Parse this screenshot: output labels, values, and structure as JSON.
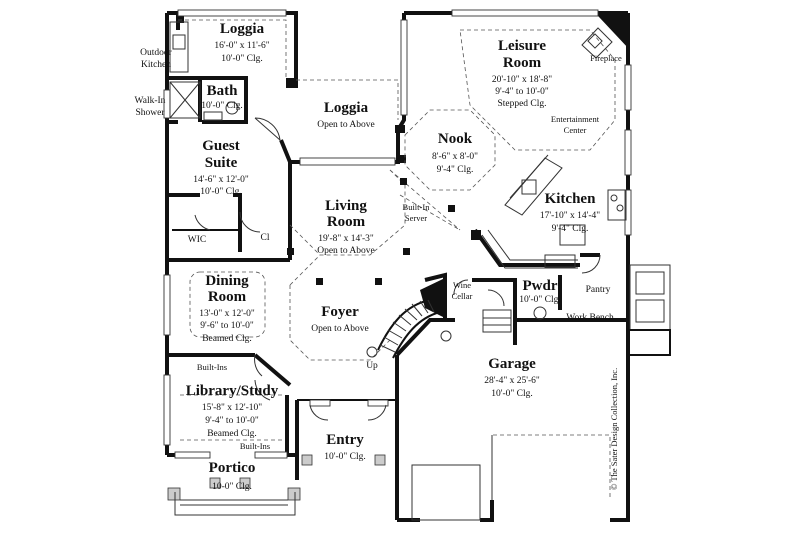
{
  "rooms": {
    "loggia_back": {
      "name": "Loggia",
      "dims": "16'-0\" x 11'-6\"",
      "clg": "10'-0\" Clg."
    },
    "outdoor_kitchen": {
      "line1": "Outdoor",
      "line2": "Kitchen"
    },
    "bath": {
      "name": "Bath",
      "clg": "10'-0\" Clg."
    },
    "walk_in_shower": {
      "line1": "Walk-In",
      "line2": "Shower"
    },
    "loggia_open": {
      "name": "Loggia",
      "note": "Open to Above"
    },
    "guest_suite": {
      "line1": "Guest",
      "line2": "Suite",
      "dims": "14'-6\" x 12'-0\"",
      "clg": "10'-0\" Clg."
    },
    "wic": {
      "name": "WIC"
    },
    "closet": {
      "name": "Cl"
    },
    "living_room": {
      "line1": "Living",
      "line2": "Room",
      "dims": "19'-8\" x 14'-3\"",
      "note": "Open to Above"
    },
    "built_in_server": {
      "line1": "Built-In",
      "line2": "Server"
    },
    "nook": {
      "name": "Nook",
      "dims": "8'-6\" x 8'-0\"",
      "clg": "9'-4\" Clg."
    },
    "leisure_room": {
      "line1": "Leisure",
      "line2": "Room",
      "dims": "20'-10\" x 18'-8\"",
      "clg1": "9'-4\" to 10'-0\"",
      "clg2": "Stepped Clg."
    },
    "fireplace": {
      "name": "Fireplace"
    },
    "entertainment_center": {
      "line1": "Entertainment",
      "line2": "Center"
    },
    "kitchen": {
      "name": "Kitchen",
      "dims": "17'-10\" x 14'-4\"",
      "clg": "9'-4\" Clg."
    },
    "dining_room": {
      "line1": "Dining",
      "line2": "Room",
      "dims": "13'-0\" x 12'-0\"",
      "clg1": "9'-6\" to 10'-0\"",
      "clg2": "Beamed Clg."
    },
    "foyer": {
      "name": "Foyer",
      "note": "Open to Above"
    },
    "wine_cellar": {
      "line1": "Wine",
      "line2": "Cellar"
    },
    "pwdr": {
      "name": "Pwdr",
      "clg": "10'-0\" Clg."
    },
    "pantry": {
      "name": "Pantry"
    },
    "work_bench": {
      "name": "Work Bench"
    },
    "up": {
      "name": "Up"
    },
    "library_study": {
      "name": "Library/Study",
      "dims": "15'-8\" x 12'-10\"",
      "clg1": "9'-4\" to 10'-0\"",
      "clg2": "Beamed Clg."
    },
    "built_ins_top": {
      "name": "Built-Ins"
    },
    "built_ins_bottom": {
      "name": "Built-Ins"
    },
    "garage": {
      "name": "Garage",
      "dims": "28'-4\" x 25'-6\"",
      "clg": "10'-0\" Clg."
    },
    "entry": {
      "name": "Entry",
      "clg": "10'-0\" Clg."
    },
    "portico": {
      "name": "Portico",
      "clg": "10-0\" Clg."
    }
  },
  "copyright": "© The Sater Design Collection, Inc."
}
